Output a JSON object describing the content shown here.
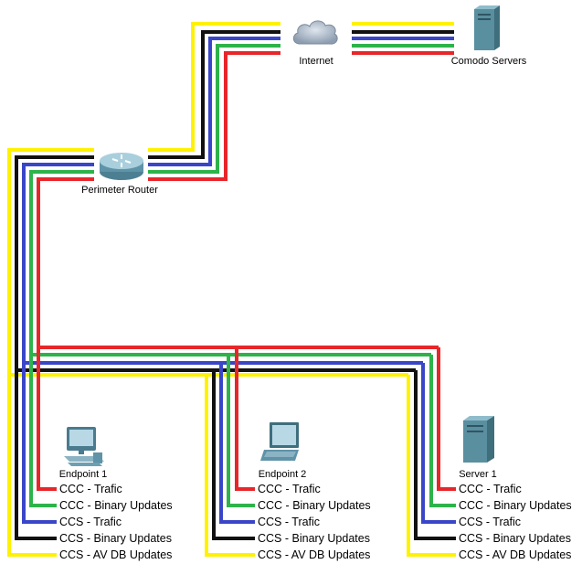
{
  "devices": {
    "internet": {
      "label": "Internet",
      "icon": "cloud-icon"
    },
    "comodo": {
      "label": "Comodo Servers",
      "icon": "server-tower-icon"
    },
    "router": {
      "label": "Perimeter Router",
      "icon": "router-icon"
    },
    "endpoint1": {
      "label": "Endpoint 1",
      "icon": "desktop-computer-icon"
    },
    "endpoint2": {
      "label": "Endpoint 2",
      "icon": "laptop-icon"
    },
    "server1": {
      "label": "Server 1",
      "icon": "server-tower-icon"
    }
  },
  "flows": [
    {
      "label": "CCC - Trafic",
      "color": "#e8262a"
    },
    {
      "label": "CCC - Binary Updates",
      "color": "#2db34a"
    },
    {
      "label": "CCS - Trafic",
      "color": "#3a46c8"
    },
    {
      "label": "CCS - Binary Updates",
      "color": "#111111"
    },
    {
      "label": "CCS - AV DB Updates",
      "color": "#fff200"
    }
  ],
  "legends": {
    "endpoint1": [
      "CCC - Trafic",
      "CCC - Binary Updates",
      "CCS - Trafic",
      "CCS - Binary Updates",
      "CCS - AV DB Updates"
    ],
    "endpoint2": [
      "CCC - Trafic",
      "CCC - Binary Updates",
      "CCS - Trafic",
      "CCS - Binary Updates",
      "CCS - AV DB Updates"
    ],
    "server1": [
      "CCC - Trafic",
      "CCC - Binary Updates",
      "CCS - Trafic",
      "CCS - Binary Updates",
      "CCS - AV DB Updates"
    ]
  }
}
